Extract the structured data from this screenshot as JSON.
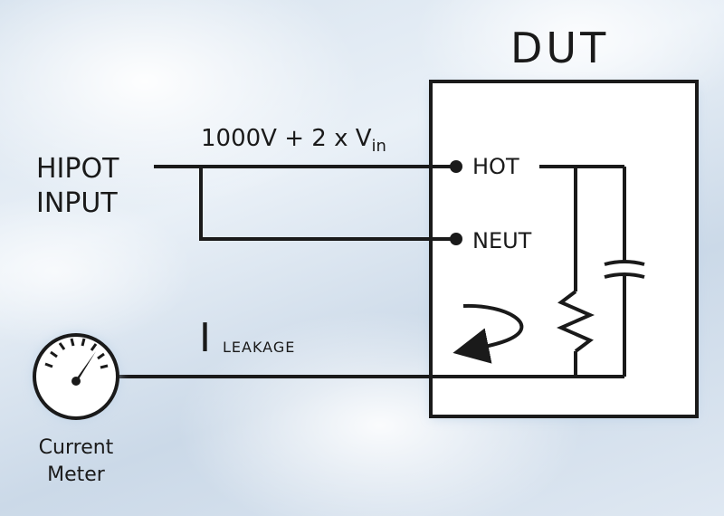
{
  "dut_title": "DUT",
  "hipot_label": {
    "line1": "HIPOT",
    "line2": "INPUT"
  },
  "formula": {
    "text": "1000V + 2 x V",
    "subscript": "in"
  },
  "terminals": {
    "hot": "HOT",
    "neut": "NEUT"
  },
  "leakage": {
    "symbol": "I",
    "subscript": "LEAKAGE"
  },
  "meter_label": {
    "line1": "Current",
    "line2": "Meter"
  },
  "colors": {
    "line": "#1a1a1a",
    "box_fill": "#ffffff",
    "glow": "#b8cfe6"
  }
}
